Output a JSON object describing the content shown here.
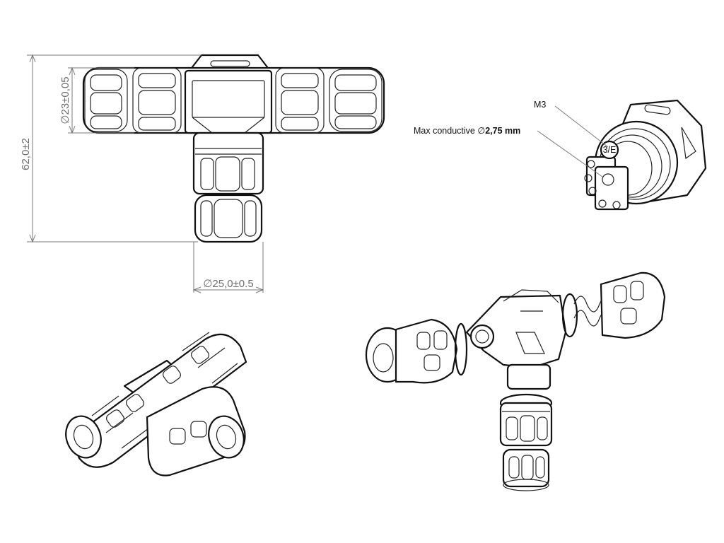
{
  "dimensions": {
    "height": "62,0±2",
    "inner_diameter": "∅23±0,05",
    "outer_diameter": "∅25,0±0.5"
  },
  "callouts": {
    "thread": "M3",
    "conductor_prefix": "Max conductive ",
    "conductor_symbol": "∅",
    "conductor_value": "2,75 mm",
    "pin_marking": "3/E"
  }
}
